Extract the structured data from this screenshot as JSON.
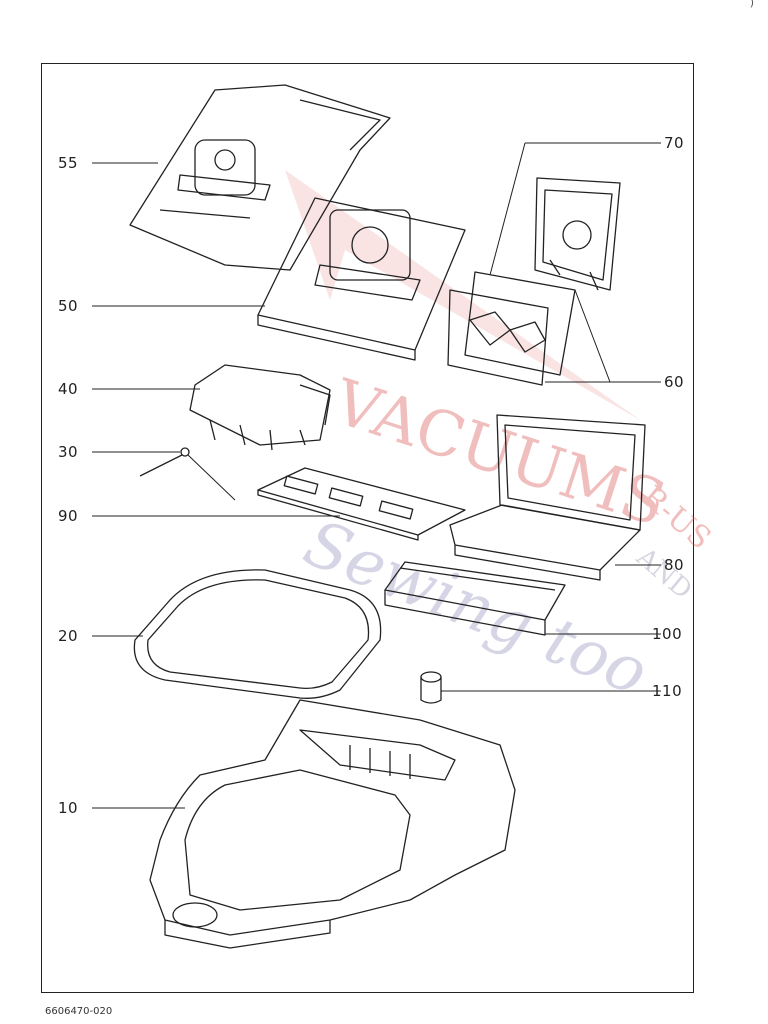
{
  "diagram": {
    "document_code": "6606470-020",
    "corner_mark": ")",
    "watermark": {
      "word1": "VACUUMS",
      "word2": "R-US",
      "word3": "AND",
      "word4": "Sewing too"
    },
    "callouts": [
      {
        "id": "55"
      },
      {
        "id": "50"
      },
      {
        "id": "40"
      },
      {
        "id": "30"
      },
      {
        "id": "90"
      },
      {
        "id": "20"
      },
      {
        "id": "10"
      },
      {
        "id": "70"
      },
      {
        "id": "60"
      },
      {
        "id": "80"
      },
      {
        "id": "100"
      },
      {
        "id": "110"
      }
    ]
  }
}
